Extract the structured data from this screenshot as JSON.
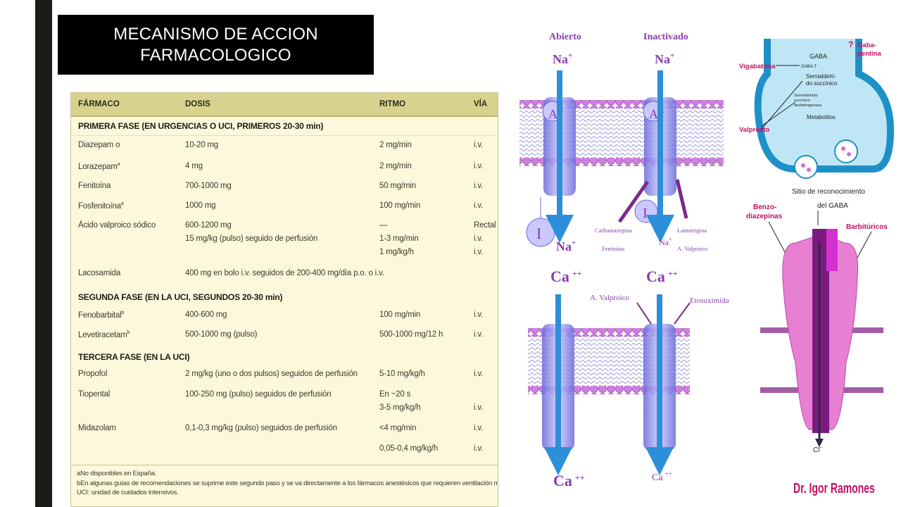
{
  "title": {
    "line1": "MECANISMO DE ACCION",
    "line2": "FARMACOLOGICO"
  },
  "table": {
    "headers": [
      "FÁRMACO",
      "DOSIS",
      "RITMO",
      "VÍA"
    ],
    "phases": [
      "PRIMERA FASE (EN URGENCIAS O UCI, PRIMEROS 20-30 min)",
      "SEGUNDA FASE (EN LA UCI, SEGUNDOS 20-30 min)",
      "TERCERA FASE (EN LA UCI)"
    ],
    "rows": [
      {
        "drug": "Diazepam o",
        "sup": "",
        "dose": "10-20 mg",
        "rate": "2 mg/min",
        "route": "i.v."
      },
      {
        "drug": "Lorazepam",
        "sup": "a",
        "dose": "4 mg",
        "rate": "2 mg/min",
        "route": "i.v."
      },
      {
        "drug": "Fenitoína",
        "sup": "",
        "dose": "700-1000 mg",
        "rate": "50 mg/min",
        "route": "i.v."
      },
      {
        "drug": "Fosfenitoína",
        "sup": "a",
        "dose": "1000 mg",
        "rate": "100 mg/min",
        "route": "i.v."
      },
      {
        "drug": "Ácido valproico sódico",
        "sup": "",
        "dose": "600-1200 mg",
        "rate": "—",
        "route": "Rectal"
      },
      {
        "drug": "",
        "sup": "",
        "dose": "15 mg/kg (pulso) seguido de perfusión",
        "rate": "1-3 mg/min",
        "route": "i.v."
      },
      {
        "drug": "",
        "sup": "",
        "dose": "",
        "rate": "1 mg/kg/h",
        "route": "i.v."
      },
      {
        "drug": "Lacosamida",
        "sup": "",
        "dose": "400 mg en bolo i.v. seguidos de 200-400 mg/día p.o. o i.v.",
        "rate": "",
        "route": ""
      },
      {
        "drug": "Fenobarbital",
        "sup": "b",
        "dose": "400-600 mg",
        "rate": "100 mg/min",
        "route": "i.v."
      },
      {
        "drug": "Levetiracetam",
        "sup": "b",
        "dose": "500-1000 mg (pulso)",
        "rate": "500-1000 mg/12 h",
        "route": "i.v."
      },
      {
        "drug": "Propofol",
        "sup": "",
        "dose": "2 mg/kg (uno o dos pulsos) seguidos de perfusión",
        "rate": "5-10 mg/kg/h",
        "route": "i.v."
      },
      {
        "drug": "Tiopental",
        "sup": "",
        "dose": "100-250 mg (pulso) seguidos de perfusión",
        "rate": "En ~20 s",
        "route": ""
      },
      {
        "drug": "",
        "sup": "",
        "dose": "",
        "rate": "3-5 mg/kg/h",
        "route": "i.v."
      },
      {
        "drug": "Midazolam",
        "sup": "",
        "dose": "0,1-0,3 mg/kg (pulso) seguidos de perfusión",
        "rate": "<4 mg/min",
        "route": "i.v."
      },
      {
        "drug": "",
        "sup": "",
        "dose": "",
        "rate": "0,05-0,4 mg/kg/h",
        "route": "i.v."
      }
    ],
    "footnotes": [
      "aNo disponibles en España.",
      "bEn algunas guías de recomendaciones se suprime este segundo paso y se va directamente a los fármacos anestésicos que requieren ventilación mecánica.",
      "UCI: unidad de cuidados intensivos."
    ]
  },
  "channel_diagram": {
    "state_open": "Abierto",
    "state_inactivated": "Inactivado",
    "na": "Na",
    "plus": "+",
    "ca": "Ca",
    "plusplus": "++",
    "gate_a": "A",
    "gate_i": "I",
    "drugs_na_left": [
      "Carbamazepina",
      "Fenitoína"
    ],
    "drugs_na_right": [
      "Lamotrigina",
      "A. Valproico"
    ],
    "drug_ca_left": "A. Valproico",
    "drug_ca_right": "Etosuximida",
    "colors": {
      "membrane": "#c58ad6",
      "channel": "#8f8fe8",
      "arrow": "#2c8fd9",
      "drug_arrow": "#7a2a8a"
    }
  },
  "synapse_diagram": {
    "gaba": "GABA",
    "gaba_t": "GABA-T",
    "semialdehyde": [
      "Semialdehí-",
      "do succínico"
    ],
    "dehydrogenase": [
      "Semialdehído",
      "succínico",
      "deshidrogenasa"
    ],
    "metabolites": "Metabolitos",
    "vigabatrina": "Vigabatrina",
    "valproato": "Valproato",
    "gabapentina": [
      "Gaba-",
      "pentina"
    ],
    "question": "?",
    "recognition": [
      "Sitio de reconocimiento",
      "del GABA"
    ],
    "benzo": [
      "Benzo-",
      "diazepinas"
    ],
    "barbituricos": "Barbitúricos",
    "cl": "Cl",
    "cl_minus": "−",
    "signature": "Dr. Igor Ramones",
    "colors": {
      "terminal": "#1e90c8",
      "cytosol": "#bfe6f5",
      "receptor": "#e77fd3",
      "core": "#7a1a7e"
    }
  }
}
